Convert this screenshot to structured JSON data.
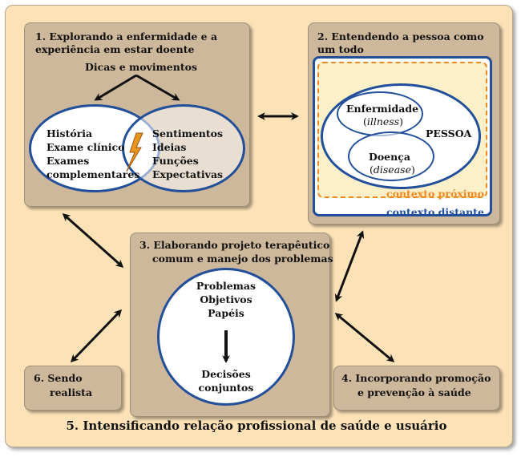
{
  "box1": {
    "title_line1": "1. Explorando a enfermidade e a",
    "title_line2": "experiência em estar doente",
    "subtitle": "Dicas e movimentos",
    "left_items": [
      "História",
      "Exame clínico",
      "Exames",
      "complementares"
    ],
    "right_items": [
      "Sentimentos",
      "Ideias",
      "Funções",
      "Expectativas"
    ]
  },
  "box2": {
    "title_line1": "2. Entendendo a pessoa como",
    "title_line2": "um todo",
    "enfermidade": "Enfermidade",
    "illness": "illness",
    "doenca": "Doença",
    "disease": "disease",
    "pessoa": "PESSOA",
    "contexto_proximo": "contexto próximo",
    "contexto_distante": "contexto distante"
  },
  "box3": {
    "title_line1": "3. Elaborando projeto terapêutico",
    "title_line2": "comum e manejo dos problemas",
    "items": [
      "Problemas",
      "Objetivos",
      "Papéis"
    ],
    "bottom_line1": "Decisões",
    "bottom_line2": "conjuntos"
  },
  "box6": {
    "line1": "6.  Sendo",
    "line2": "realista"
  },
  "box4": {
    "line1": "4.  Incorporando promoção",
    "line2": "e prevenção à saúde"
  },
  "footer": "5.  Intensificando relação profissional de saúde e usuário",
  "colors": {
    "background": "#fde2b8",
    "box": "#cdb89b",
    "circle_border": "#224f99",
    "dashed": "#f08a24",
    "arrow": "#111111",
    "lightning": "#e8941e"
  }
}
